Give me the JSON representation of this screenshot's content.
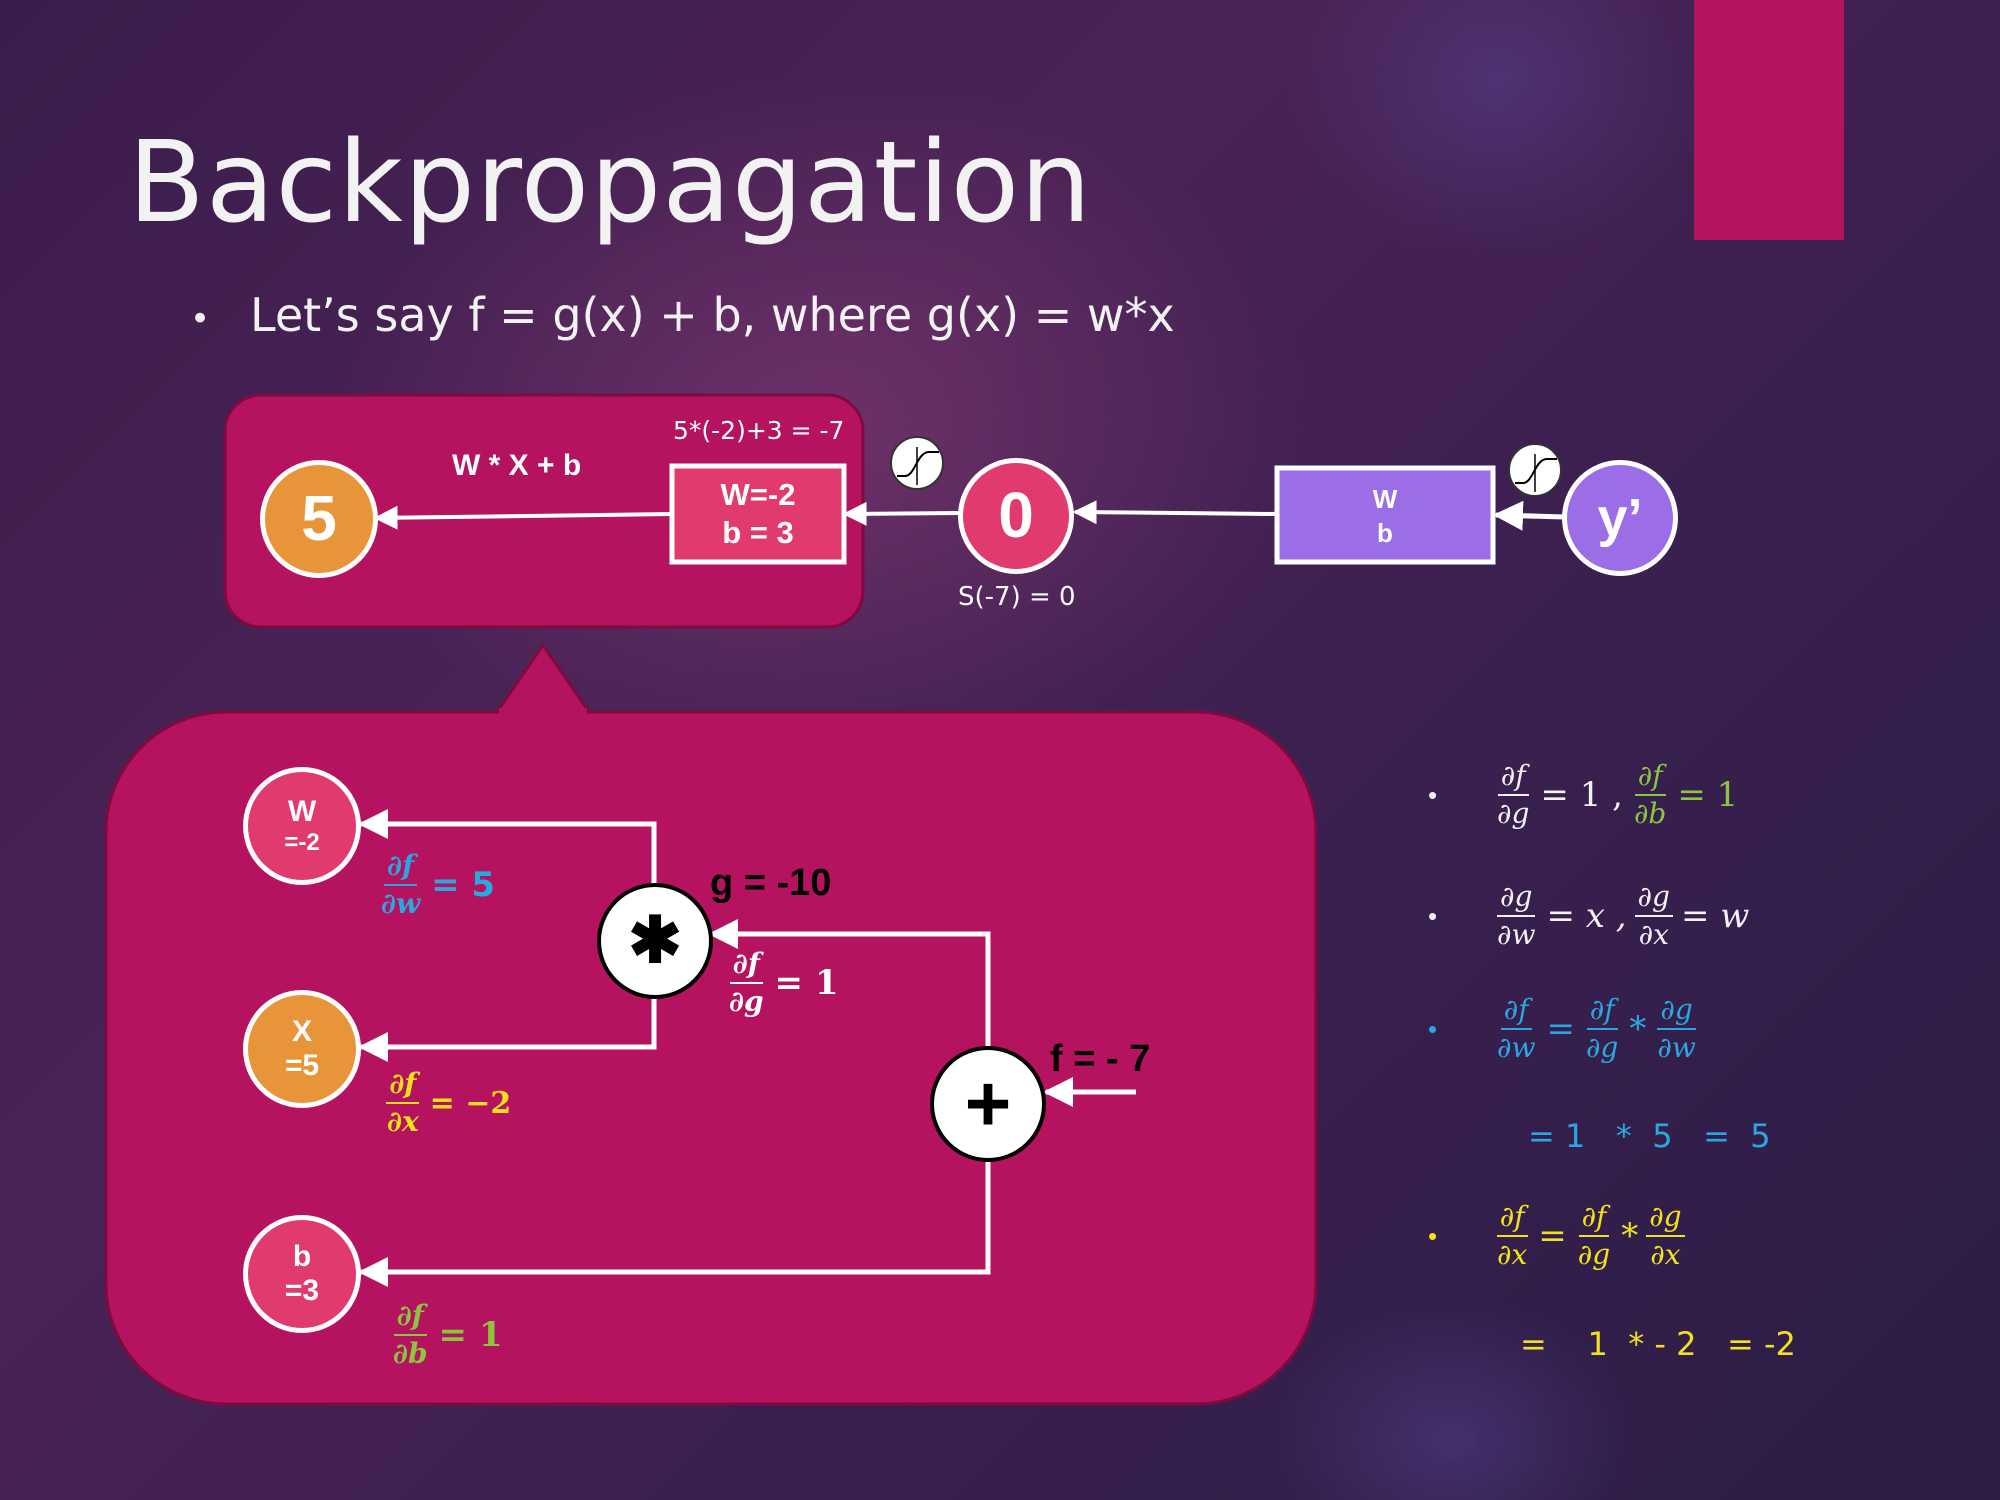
{
  "title": "Backpropagation",
  "bullet": "Let’s say f = g(x) + b, where g(x) = w*x",
  "top_diagram": {
    "formula_label": "W * X + b",
    "computation_label": "5*(-2)+3 = -7",
    "output_node": "5",
    "layer_box_w": "W=-2",
    "layer_box_b": "b = 3",
    "middle_node": "0",
    "sigmoid_label": "S(-7) = 0",
    "right_box_w": "W",
    "right_box_b": "b",
    "input_node": "y’"
  },
  "graph": {
    "w_node": {
      "name": "W",
      "value": "=-2"
    },
    "x_node": {
      "name": "X",
      "value": "=5"
    },
    "b_node": {
      "name": "b",
      "value": "=3"
    },
    "mult_symbol": "✱",
    "plus_symbol": "+",
    "g_label": "g = -10",
    "f_label": "f = - 7",
    "dfdw": {
      "num": "∂f",
      "den": "∂w",
      "rhs": "= 5"
    },
    "dfdg": {
      "num": "∂f",
      "den": "∂g",
      "rhs": "= 1"
    },
    "dfdx": {
      "num": "∂f",
      "den": "∂x",
      "rhs": "= −2"
    },
    "dfdb": {
      "num": "∂f",
      "den": "∂b",
      "rhs": "= 1"
    }
  },
  "equations": {
    "row1": {
      "a_num": "∂f",
      "a_den": "∂g",
      "a_rhs": "= 1 ,",
      "b_num": "∂f",
      "b_den": "∂b",
      "b_rhs": "= 1"
    },
    "row2": {
      "a_num": "∂g",
      "a_den": "∂w",
      "a_rhs": "= x ,",
      "b_num": "∂g",
      "b_den": "∂x",
      "b_rhs": "= w"
    },
    "row3": {
      "l_num": "∂f",
      "l_den": "∂w",
      "eq": "=",
      "m_num": "∂f",
      "m_den": "∂g",
      "op": "*",
      "r_num": "∂g",
      "r_den": "∂w"
    },
    "row3_result": "= 1   *  5   =  5",
    "row4": {
      "l_num": "∂f",
      "l_den": "∂x",
      "eq": "=",
      "m_num": "∂f",
      "m_den": "∂g",
      "op": "*",
      "r_num": "∂g",
      "r_den": "∂x"
    },
    "row4_result": "=    1  * - 2   = -2",
    "bullet_symbol": "•"
  },
  "colors": {
    "accent_magenta": "#b5135f",
    "node_pink": "#e03a6e",
    "node_orange": "#e8953a",
    "box_purple": "#9b6ee8",
    "deriv_blue": "#29a8e0",
    "deriv_yellow": "#f2e21a",
    "deriv_green": "#8cc63f"
  }
}
